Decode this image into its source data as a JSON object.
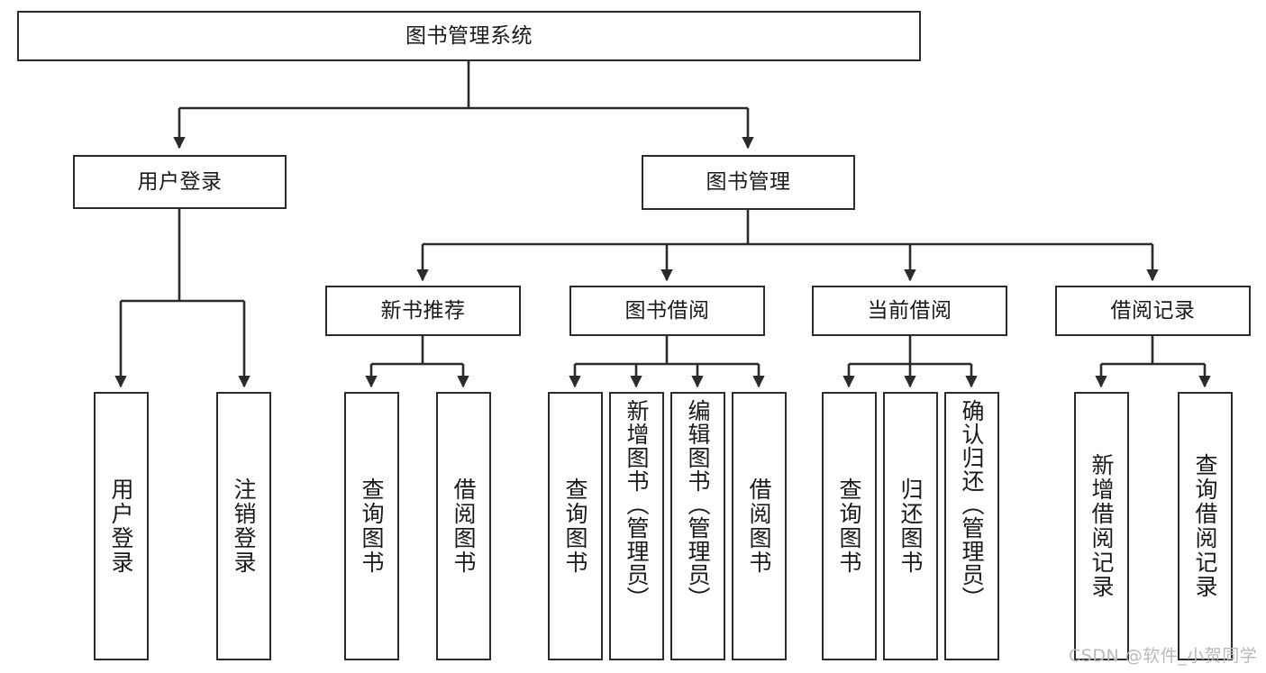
{
  "diagram": {
    "title": "图书管理系统",
    "type": "tree",
    "orientation": "top-down",
    "colors": {
      "box_border": "#2b2b2b",
      "box_fill": "#ffffff",
      "edge": "#2b2b2b",
      "text": "#1a1a1a",
      "watermark": "#b9b9b9",
      "background": "#ffffff"
    }
  },
  "nodes": {
    "root": {
      "label": "图书管理系统"
    },
    "level2": [
      {
        "id": "user-login",
        "label": "用户登录"
      },
      {
        "id": "book-manage",
        "label": "图书管理"
      }
    ],
    "level3": [
      {
        "id": "new-book-recommend",
        "label": "新书推荐"
      },
      {
        "id": "book-borrow",
        "label": "图书借阅"
      },
      {
        "id": "current-borrow",
        "label": "当前借阅"
      },
      {
        "id": "borrow-record",
        "label": "借阅记录"
      }
    ],
    "leaves": [
      {
        "id": "leaf-user-login",
        "label": "用户登录",
        "parent": "user-login"
      },
      {
        "id": "leaf-logout-login",
        "label": "注销登录",
        "parent": "user-login"
      },
      {
        "id": "leaf-query-book-1",
        "label": "查询图书",
        "parent": "new-book-recommend"
      },
      {
        "id": "leaf-borrow-book-1",
        "label": "借阅图书",
        "parent": "new-book-recommend"
      },
      {
        "id": "leaf-query-book-2",
        "label": "查询图书",
        "parent": "book-borrow"
      },
      {
        "id": "leaf-add-book",
        "label": "新增图书（管理员）",
        "parent": "book-borrow"
      },
      {
        "id": "leaf-edit-book",
        "label": "编辑图书（管理员）",
        "parent": "book-borrow"
      },
      {
        "id": "leaf-borrow-book-2",
        "label": "借阅图书",
        "parent": "book-borrow"
      },
      {
        "id": "leaf-query-book-3",
        "label": "查询图书",
        "parent": "current-borrow"
      },
      {
        "id": "leaf-return-book",
        "label": "归还图书",
        "parent": "current-borrow"
      },
      {
        "id": "leaf-confirm-return",
        "label": "确认归还（管理员）",
        "parent": "current-borrow"
      },
      {
        "id": "leaf-add-record",
        "label": "新增借阅记录",
        "parent": "borrow-record"
      },
      {
        "id": "leaf-query-record",
        "label": "查询借阅记录",
        "parent": "borrow-record"
      }
    ]
  },
  "watermark": {
    "text": "CSDN @软件_小贺同学"
  }
}
